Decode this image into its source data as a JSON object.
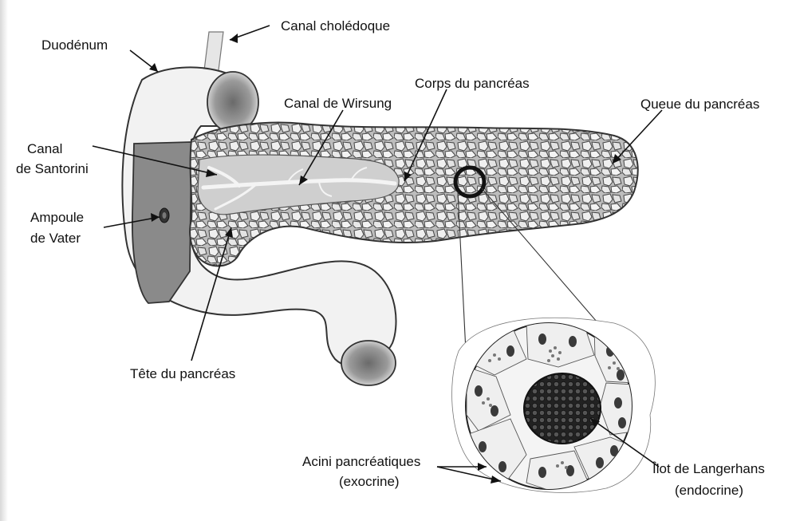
{
  "labels": {
    "canal_choledoque": "Canal cholédoque",
    "duodenum": "Duodénum",
    "canal_wirsung": "Canal de Wirsung",
    "corps_pancreas": "Corps du pancréas",
    "queue_pancreas": "Queue du pancréas",
    "canal_santorini_line1": "Canal",
    "canal_santorini_line2": "de Santorini",
    "ampoule_line1": "Ampoule",
    "ampoule_line2": "de Vater",
    "tete_pancreas": "Tête du pancréas",
    "acini_line1": "Acini pancréatiques",
    "acini_line2": "(exocrine)",
    "ilot_line1": "Îlot de Langerhans",
    "ilot_line2": "(endocrine)"
  },
  "colors": {
    "duodenum_fill": "#f2f2f2",
    "duodenum_lumen": "#8a8a8a",
    "gland_lobule": "#e6e6e6",
    "duct_fill": "#c9c9c9",
    "islet": "#2b2b2b",
    "ink": "#111111"
  }
}
